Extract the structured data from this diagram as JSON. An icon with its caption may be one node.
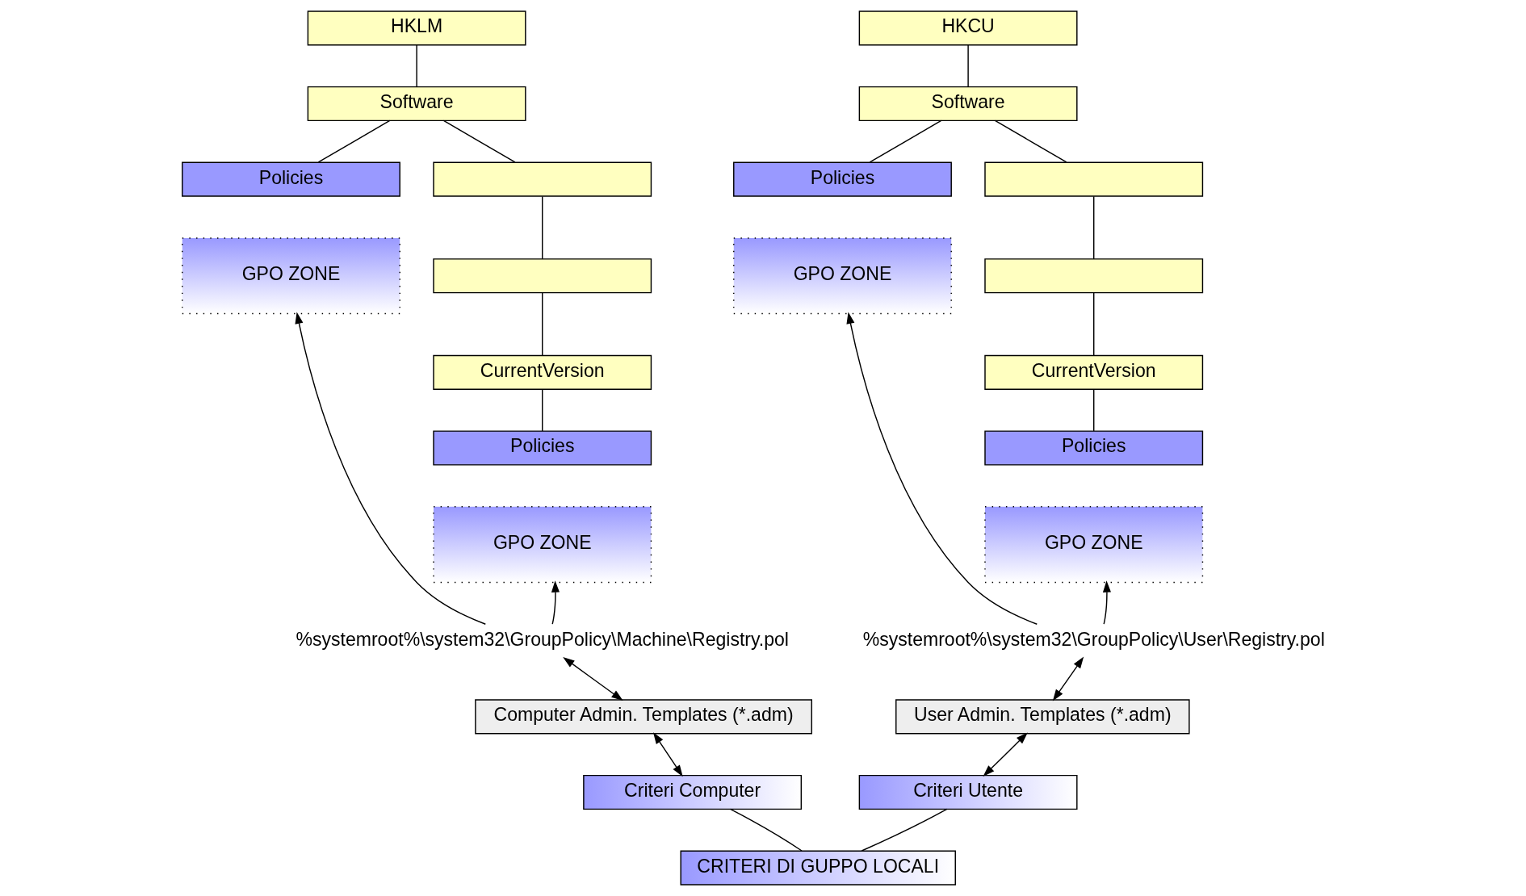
{
  "diagram": {
    "nodes": [
      {
        "text": [
          "HKLM"
        ]
      },
      {
        "text": [
          "Software"
        ]
      },
      {
        "text": [
          "Policies"
        ]
      },
      {
        "text": [
          "GPO ZONE"
        ]
      },
      {
        "text": [],
        "shape": "box"
      },
      {
        "text": [],
        "shape": "box"
      },
      {
        "text": [
          "CurrentVersion"
        ]
      },
      {
        "text": [
          "Policies"
        ]
      },
      {
        "text": [
          "GPO ZONE"
        ]
      },
      {
        "text": [
          "%systemroot%\\system32\\GroupPolicy\\Machine\\Registry.pol"
        ]
      },
      {
        "text": [
          "Computer Admin. Templates (*.adm)"
        ]
      },
      {
        "text": [
          "HKCU"
        ]
      },
      {
        "text": [
          "Software"
        ]
      },
      {
        "text": [
          "Policies"
        ]
      },
      {
        "text": [
          "GPO ZONE"
        ]
      },
      {
        "text": [],
        "shape": "box"
      },
      {
        "text": [],
        "shape": "box"
      },
      {
        "text": [
          "CurrentVersion"
        ]
      },
      {
        "text": [
          "Policies"
        ]
      },
      {
        "text": [
          "GPO ZONE"
        ]
      },
      {
        "text": [
          "%systemroot%\\system32\\GroupPolicy\\User\\Registry.pol"
        ]
      },
      {
        "text": [
          "User Admin. Templates (*.adm)"
        ]
      },
      {
        "text": [
          "Criteri Computer"
        ]
      },
      {
        "text": [
          "Criteri Utente"
        ]
      },
      {
        "text": [
          "CRITERI DI GUPPO LOCALI"
        ]
      }
    ],
    "edges": [
      {
        "from": 0,
        "to": 1,
        "arrow": "none"
      },
      {
        "from": 1,
        "to": 2,
        "arrow": "none"
      },
      {
        "from": 1,
        "to": 4,
        "arrow": "none"
      },
      {
        "from": 4,
        "to": 5,
        "arrow": "none"
      },
      {
        "from": 5,
        "to": 6,
        "arrow": "none"
      },
      {
        "from": 6,
        "to": 7,
        "arrow": "none"
      },
      {
        "from": 9,
        "to": 3,
        "arrow": "to"
      },
      {
        "from": 9,
        "to": 8,
        "arrow": "to"
      },
      {
        "from": 9,
        "to": 10,
        "arrow": "both"
      },
      {
        "from": 10,
        "to": 22,
        "arrow": "both"
      },
      {
        "from": 11,
        "to": 12,
        "arrow": "none"
      },
      {
        "from": 12,
        "to": 13,
        "arrow": "none"
      },
      {
        "from": 12,
        "to": 15,
        "arrow": "none"
      },
      {
        "from": 15,
        "to": 16,
        "arrow": "none"
      },
      {
        "from": 16,
        "to": 17,
        "arrow": "none"
      },
      {
        "from": 17,
        "to": 18,
        "arrow": "none"
      },
      {
        "from": 20,
        "to": 14,
        "arrow": "to"
      },
      {
        "from": 20,
        "to": 19,
        "arrow": "to"
      },
      {
        "from": 20,
        "to": 21,
        "arrow": "both"
      },
      {
        "from": 21,
        "to": 23,
        "arrow": "both"
      },
      {
        "from": 24,
        "to": 22,
        "arrow": "none"
      },
      {
        "from": 24,
        "to": 23,
        "arrow": "none"
      }
    ]
  }
}
